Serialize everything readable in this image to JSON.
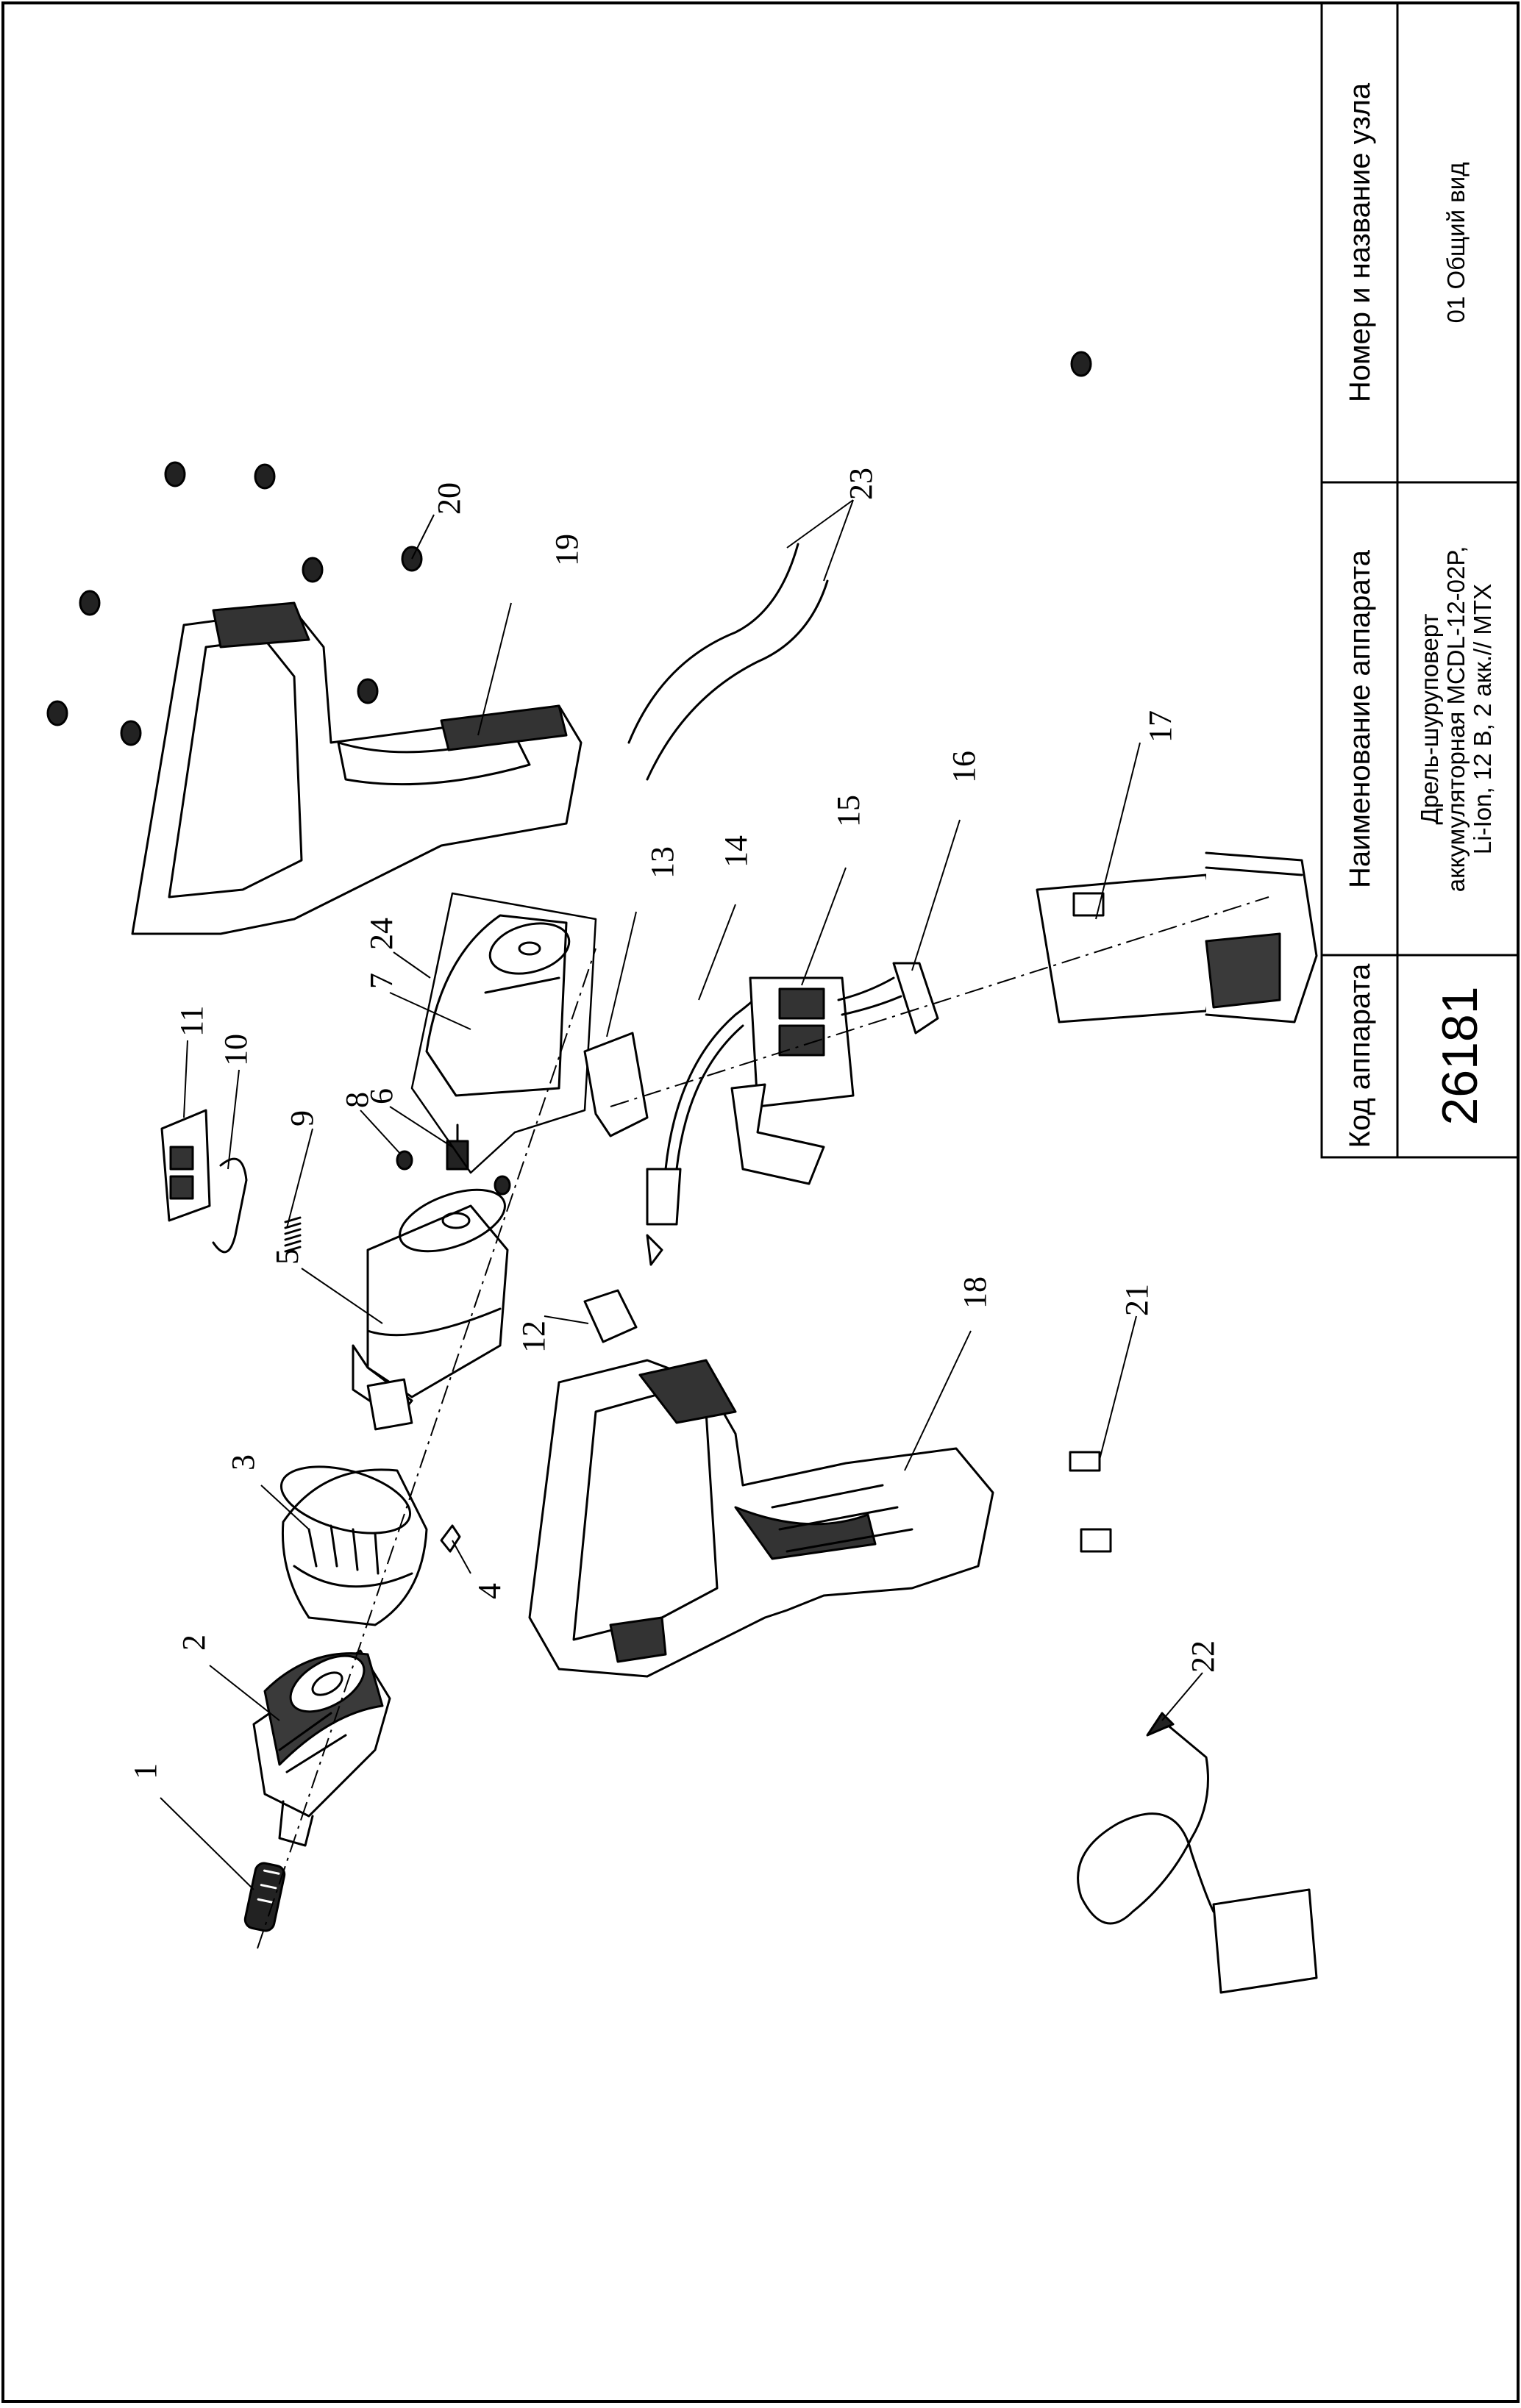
{
  "title_block": {
    "code_header": "Код аппарата",
    "code_value": "26181",
    "name_header": "Наименование аппарата",
    "name_line1": "Дрель-шуруповерт",
    "name_line2": "аккумуляторная MCDL-12-02P,",
    "name_line3": "Li-Ion, 12 В, 2 акк.// MTX",
    "node_header": "Номер и название узла",
    "node_value": "01 Общий вид"
  },
  "callouts": [
    "1",
    "2",
    "3",
    "4",
    "5",
    "6",
    "7",
    "8",
    "9",
    "10",
    "11",
    "12",
    "13",
    "14",
    "15",
    "16",
    "17",
    "18",
    "19",
    "20",
    "21",
    "22",
    "23",
    "24"
  ]
}
